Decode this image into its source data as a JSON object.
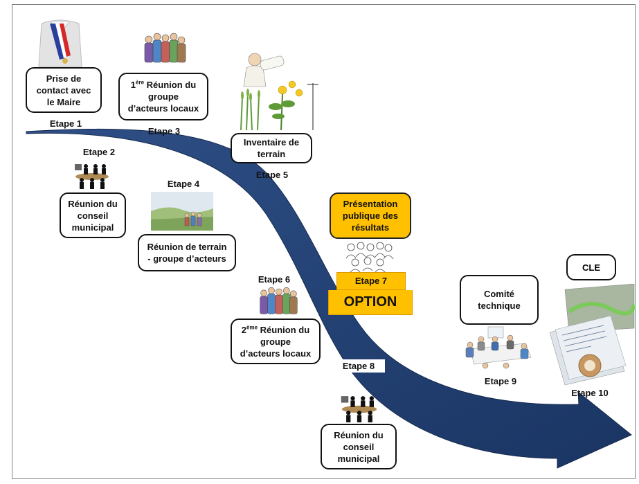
{
  "steps": {
    "s1": {
      "label": "Etape 1",
      "lines": [
        "Prise de",
        "contact avec",
        "le Maire"
      ]
    },
    "s2": {
      "label": "Etape 2",
      "lines": [
        "Réunion du",
        "conseil",
        "municipal"
      ]
    },
    "s3": {
      "label": "Etape 3",
      "sup": "ère",
      "lines_pre": "1",
      "lines": [
        "Réunion du",
        "groupe",
        "d’acteurs locaux"
      ]
    },
    "s4": {
      "label": "Etape 4",
      "lines": [
        "Réunion de terrain",
        "- groupe d’acteurs"
      ]
    },
    "s5": {
      "label": "Etape 5",
      "lines": [
        "Inventaire de",
        "terrain"
      ]
    },
    "s6": {
      "label": "Etape 6",
      "sup": "ème",
      "lines_pre": "2",
      "lines": [
        "Réunion du",
        "groupe",
        "d’acteurs locaux"
      ]
    },
    "s7": {
      "label": "Etape 7",
      "option": "OPTION",
      "lines": [
        "Présentation",
        "publique des",
        "résultats"
      ]
    },
    "s8": {
      "label": "Etape 8",
      "lines": [
        "Réunion du",
        "conseil",
        "municipal"
      ]
    },
    "s9": {
      "label": "Etape 9",
      "lines": [
        "Comité",
        "technique"
      ]
    },
    "s10": {
      "label": "Etape 10",
      "badge": "CLE"
    }
  },
  "colors": {
    "arrow": "#1f3864",
    "option_fill": "#ffc000",
    "box_border": "#111111",
    "frame": "#7f7f7f"
  },
  "icons": [
    "mayor-sash-icon",
    "group-people-icon",
    "botanist-plants-icon",
    "meeting-table-icon",
    "landscape-people-icon",
    "crowd-sketch-icon",
    "office-meeting-icon",
    "documents-maps-icon"
  ]
}
